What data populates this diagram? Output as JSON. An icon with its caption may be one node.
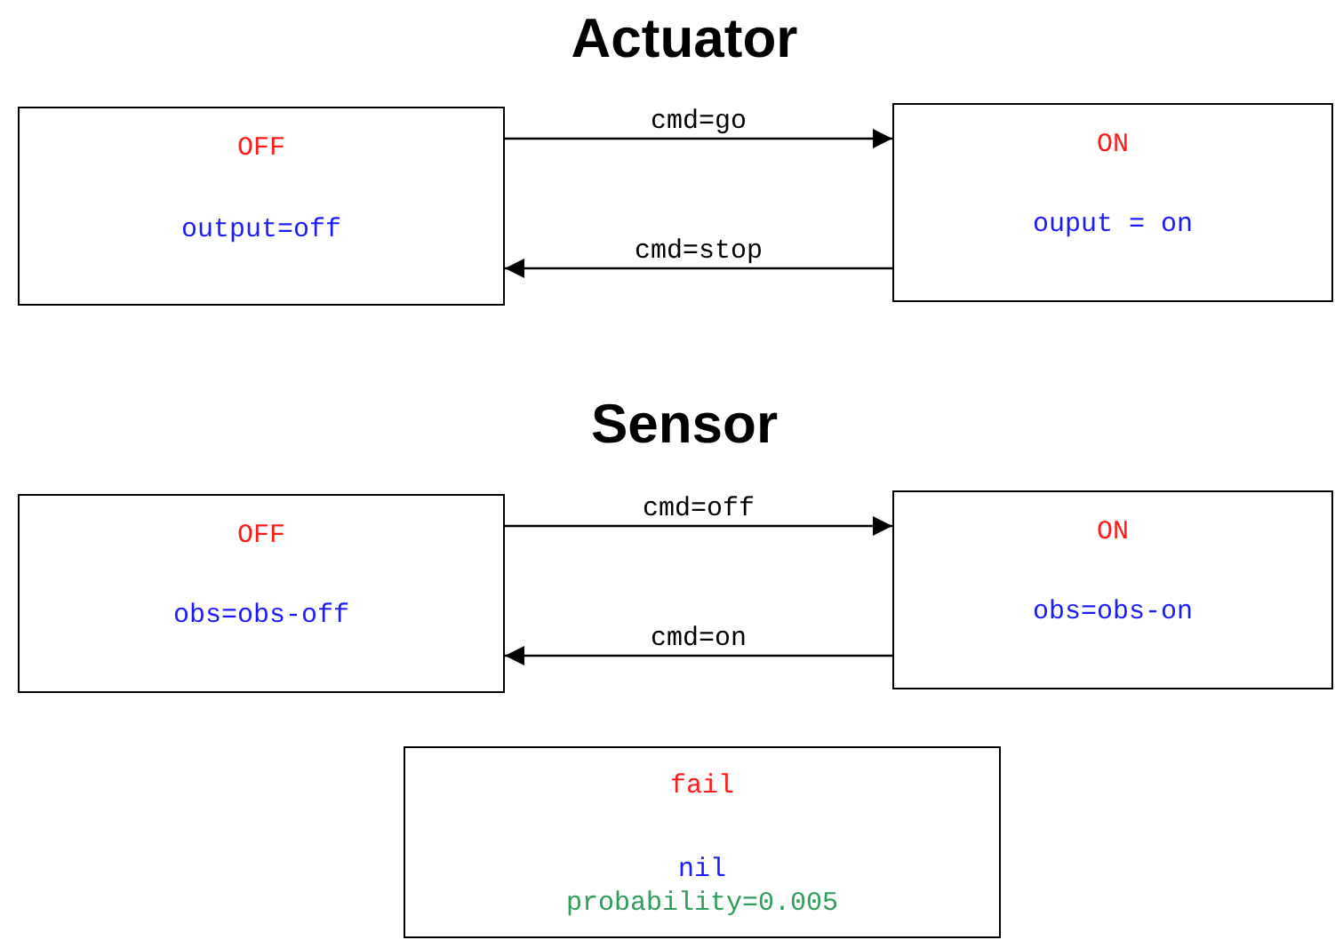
{
  "diagram": {
    "nodes": [
      {
        "text": [
          "OFF",
          "output=off"
        ]
      },
      {
        "text": [
          "ON",
          "ouput = on"
        ]
      },
      {
        "text": [
          "OFF",
          "obs=obs-off"
        ]
      },
      {
        "text": [
          "ON",
          "obs=obs-on"
        ]
      },
      {
        "text": [
          "fail",
          "nil",
          "probability=0.005"
        ]
      }
    ],
    "edges": [
      {
        "from": 0,
        "to": 1,
        "arrow": "to",
        "label": "cmd=go"
      },
      {
        "from": 1,
        "to": 0,
        "arrow": "to",
        "label": "cmd=stop"
      },
      {
        "from": 2,
        "to": 3,
        "arrow": "to",
        "label": "cmd=off"
      },
      {
        "from": 3,
        "to": 2,
        "arrow": "to",
        "label": "cmd=on"
      }
    ],
    "labels": [
      "Actuator",
      "Sensor"
    ]
  }
}
